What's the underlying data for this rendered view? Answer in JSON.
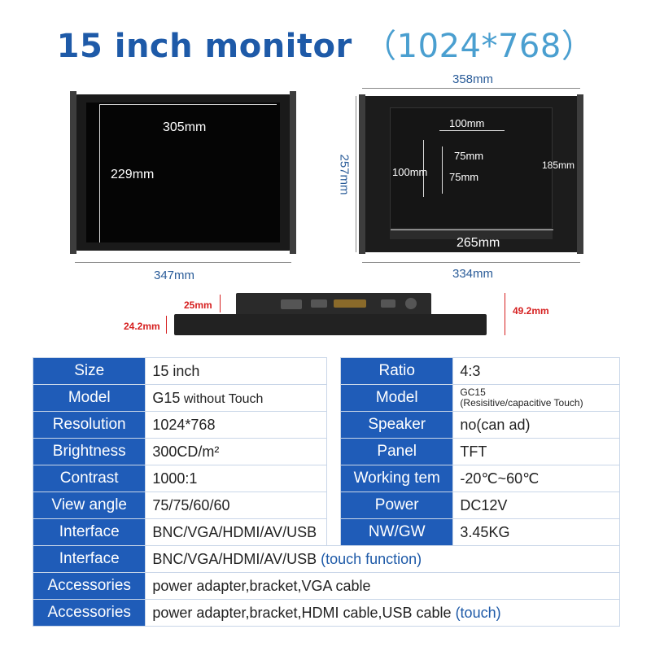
{
  "title": {
    "main": "15 inch monitor",
    "resolution": "（1024*768）"
  },
  "front_dims": {
    "width_inner": "305mm",
    "height_inner": "229mm",
    "width_outer": "347mm"
  },
  "back_dims": {
    "top": "358mm",
    "height": "257mm",
    "inner_top": "100mm",
    "inner_mid": "75mm",
    "inner_left": "100mm",
    "inner_v": "75mm",
    "right": "185mm",
    "inner_bottom": "265mm",
    "bottom": "334mm"
  },
  "side_dims": {
    "top": "25mm",
    "left": "24.2mm",
    "right": "49.2mm"
  },
  "specs": [
    {
      "l1": "Size",
      "v1": "15 inch",
      "l2": "Ratio",
      "v2": "4:3"
    },
    {
      "l1": "Model",
      "v1": "G15",
      "v1b": " without Touch",
      "l2": "Model",
      "v2": "GC15",
      "v2b": "(Resisitive/capacitive Touch)"
    },
    {
      "l1": "Resolution",
      "v1": "1024*768",
      "l2": "Speaker",
      "v2": "no(can ad)"
    },
    {
      "l1": "Brightness",
      "v1": "300CD/m²",
      "l2": "Panel",
      "v2": "TFT"
    },
    {
      "l1": "Contrast",
      "v1": "1000:1",
      "l2": "Working tem",
      "v2": "-20℃~60℃"
    },
    {
      "l1": "View angle",
      "v1": "75/75/60/60",
      "l2": "Power",
      "v2": "DC12V"
    },
    {
      "l1": "Interface",
      "v1": "BNC/VGA/HDMI/AV/USB",
      "l2": "NW/GW",
      "v2": "3.45KG"
    }
  ],
  "wide_rows": [
    {
      "label": "Interface",
      "value": "BNC/VGA/HDMI/AV/USB ",
      "extra": "(touch function)"
    },
    {
      "label": "Accessories",
      "value": "power adapter,bracket,VGA cable",
      "extra": ""
    },
    {
      "label": "Accessories",
      "value": "power adapter,bracket,HDMI cable,USB cable ",
      "extra": "(touch)"
    }
  ]
}
